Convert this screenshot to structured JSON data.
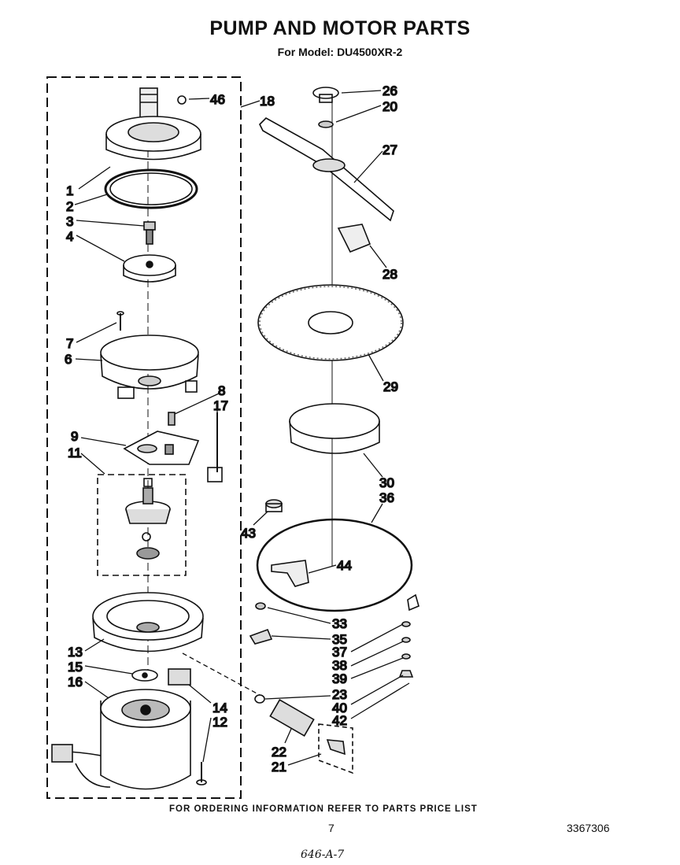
{
  "header": {
    "title": "PUMP AND MOTOR PARTS",
    "subtitle": "For Model: DU4500XR-2"
  },
  "labels": {
    "l1": "1",
    "l2": "2",
    "l3": "3",
    "l4": "4",
    "l6": "6",
    "l7": "7",
    "l8": "8",
    "l9": "9",
    "l11": "11",
    "l12": "12",
    "l13": "13",
    "l14": "14",
    "l15": "15",
    "l16": "16",
    "l17": "17",
    "l18": "18",
    "l20": "20",
    "l21": "21",
    "l22": "22",
    "l23": "23",
    "l26": "26",
    "l27": "27",
    "l28": "28",
    "l29": "29",
    "l30": "30",
    "l33": "33",
    "l35": "35",
    "l36": "36",
    "l37": "37",
    "l38": "38",
    "l39": "39",
    "l40": "40",
    "l42": "42",
    "l43": "43",
    "l44": "44",
    "l46": "46"
  },
  "footer": {
    "ordering_note": "FOR ORDERING INFORMATION REFER TO PARTS PRICE LIST",
    "page_number": "7",
    "part_number": "3367306",
    "handwritten_note": "646-A-7"
  }
}
